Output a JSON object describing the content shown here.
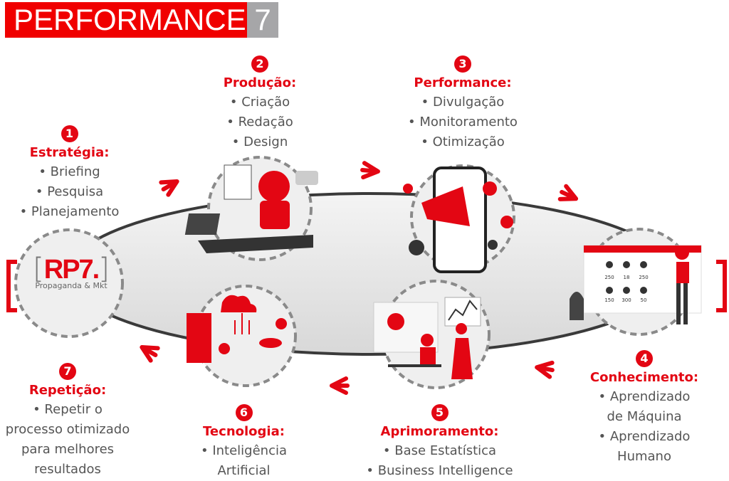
{
  "header": {
    "title": "PERFORMANCE",
    "number": "7"
  },
  "logo": {
    "text": "RP7.",
    "subtitle": "Propaganda & Mkt"
  },
  "steps": [
    {
      "number": "1",
      "title": "Estratégia:",
      "items": [
        "• Briefing",
        "• Pesquisa",
        "• Planejamento"
      ]
    },
    {
      "number": "2",
      "title": "Produção:",
      "items": [
        "• Criação",
        "• Redação",
        "• Design"
      ]
    },
    {
      "number": "3",
      "title": "Performance:",
      "items": [
        "• Divulgação",
        "• Monitoramento",
        "• Otimização"
      ]
    },
    {
      "number": "4",
      "title": "Conhecimento:",
      "items": [
        "• Aprendizado",
        "de Máquina",
        "• Aprendizado",
        "Humano"
      ]
    },
    {
      "number": "5",
      "title": "Aprimoramento:",
      "items": [
        "• Base Estatística",
        "• Business Intelligence"
      ]
    },
    {
      "number": "6",
      "title": "Tecnologia:",
      "items": [
        "• Inteligência",
        "Artificial"
      ]
    },
    {
      "number": "7",
      "title": "Repetição:",
      "items": [
        "• Repetir o",
        "processo otimizado",
        "para melhores",
        "resultados"
      ]
    }
  ],
  "dashboard": {
    "stats": [
      "250",
      "18",
      "250",
      "150",
      "300",
      "50"
    ]
  },
  "colors": {
    "accent": "#e30613",
    "header": "#f00000",
    "gray": "#a6a6a8"
  }
}
